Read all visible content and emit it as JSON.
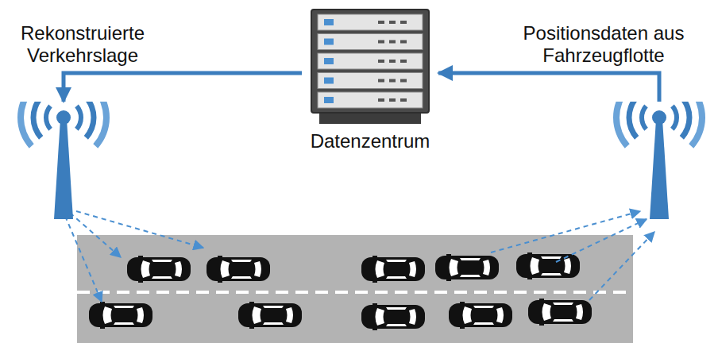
{
  "diagram": {
    "nodes": [
      {
        "text": [
          "Rekonstruierte Verkehrslage"
        ]
      },
      {
        "text": [
          "Datenzentrum"
        ]
      },
      {
        "text": [
          "Positionsdaten aus Fahrzeugflotte"
        ]
      }
    ],
    "edges": [
      {
        "from": 2,
        "to": 1,
        "arrow": "to"
      },
      {
        "from": 1,
        "to": 0,
        "arrow": "to"
      }
    ]
  }
}
